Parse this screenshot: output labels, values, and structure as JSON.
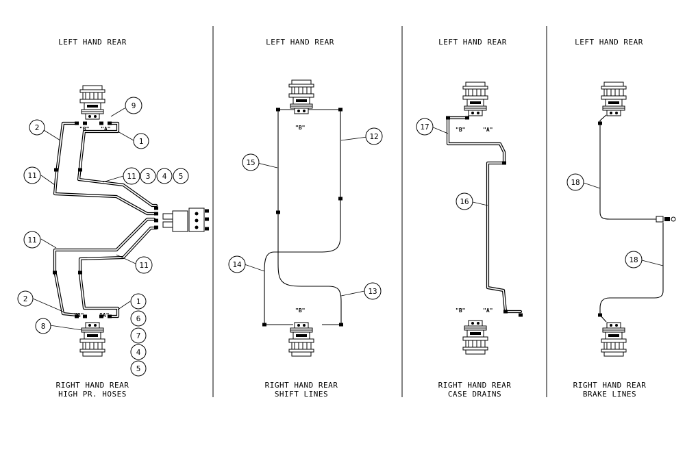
{
  "panels": [
    {
      "id": "high-pressure-hoses",
      "top_label": "LEFT HAND REAR",
      "bottom_label": "RIGHT HAND REAR",
      "subtitle": "HIGH PR. HOSES"
    },
    {
      "id": "shift-lines",
      "top_label": "LEFT HAND REAR",
      "bottom_label": "RIGHT HAND REAR",
      "subtitle": "SHIFT LINES"
    },
    {
      "id": "case-drains",
      "top_label": "LEFT HAND REAR",
      "bottom_label": "RIGHT HAND REAR",
      "subtitle": "CASE DRAINS"
    },
    {
      "id": "brake-lines",
      "top_label": "LEFT HAND REAR",
      "bottom_label": "RIGHT HAND REAR",
      "subtitle": "BRAKE LINES"
    }
  ],
  "ports": {
    "a": "\"A\"",
    "b": "\"B\""
  },
  "callouts": {
    "p1": {
      "c9": "9",
      "c2_top": "2",
      "c1_top": "1",
      "c11_left_top": "11",
      "c11_mid": "11",
      "c3": "3",
      "c4": "4",
      "c5": "5",
      "c11_left_bot": "11",
      "c11_right_bot": "11",
      "c2_bot": "2",
      "c8": "8",
      "c1_bot": "1",
      "c6": "6",
      "c7": "7",
      "c4_bot": "4",
      "c5_bot": "5"
    },
    "p2": {
      "c15": "15",
      "c12": "12",
      "c14": "14",
      "c13": "13"
    },
    "p3": {
      "c17": "17",
      "c16": "16"
    },
    "p4": {
      "c18_top": "18",
      "c18_bot": "18"
    }
  }
}
